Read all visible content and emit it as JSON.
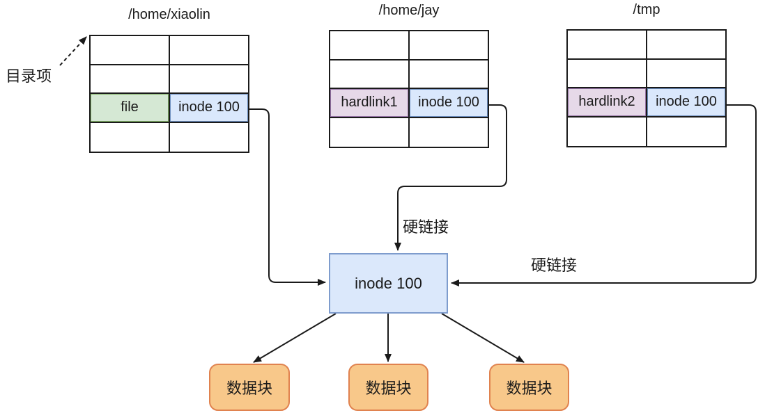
{
  "diagram": {
    "tables": [
      {
        "title": "/home/xiaolin",
        "entry": {
          "name": "file",
          "inode": "inode 100"
        }
      },
      {
        "title": "/home/jay",
        "entry": {
          "name": "hardlink1",
          "inode": "inode 100"
        }
      },
      {
        "title": "/tmp",
        "entry": {
          "name": "hardlink2",
          "inode": "inode 100"
        }
      }
    ],
    "annotations": {
      "directory_entry": "目录项",
      "hardlink_top": "硬链接",
      "hardlink_right": "硬链接"
    },
    "inode_box": {
      "label": "inode 100"
    },
    "data_blocks": [
      {
        "label": "数据块"
      },
      {
        "label": "数据块"
      },
      {
        "label": "数据块"
      }
    ],
    "colors": {
      "file_cell_fill": "#d5e8d4",
      "file_cell_border": "#82b366",
      "hardlink_cell_fill": "#e6d9e8",
      "hardlink_cell_border": "#9673a6",
      "inode_cell_fill": "#dae8fc",
      "inode_cell_border": "#6c8ebf",
      "inode_box_fill": "#dbe8fb",
      "inode_box_border": "#7e9ccd",
      "data_block_fill": "#f8c88a",
      "data_block_border": "#e0824f",
      "line_color": "#1a1a1a"
    }
  }
}
